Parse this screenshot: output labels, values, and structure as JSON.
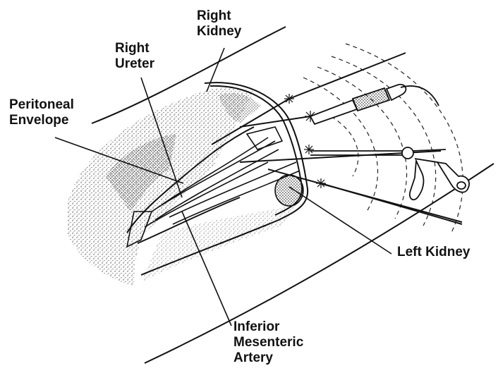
{
  "figure": {
    "labels": {
      "right_kidney": [
        "Right",
        "Kidney"
      ],
      "right_ureter": [
        "Right",
        "Ureter"
      ],
      "peritoneal_envelope": [
        "Peritoneal",
        "Envelope"
      ],
      "left_kidney": [
        "Left Kidney"
      ],
      "inferior_mesenteric_artery": [
        "Inferior",
        "Mesenteric",
        "Artery"
      ]
    },
    "colors": {
      "ink": "#111111",
      "paper": "#ffffff"
    },
    "icons": [
      "laparoscope-icon",
      "grasper-forceps-icon",
      "instrument-rod-icon",
      "stipple-shading"
    ]
  }
}
